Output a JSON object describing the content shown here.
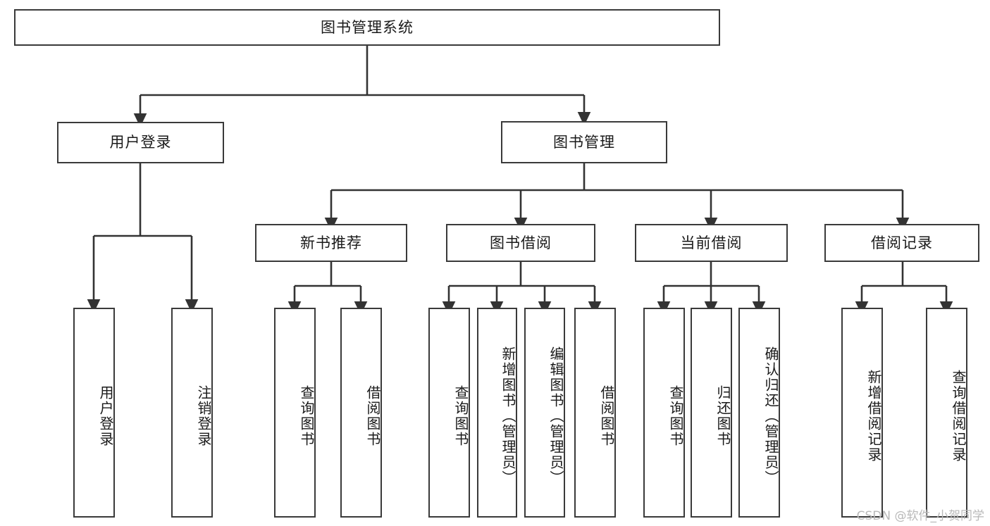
{
  "diagram": {
    "title": "图书管理系统",
    "type": "tree",
    "watermark": "CSDN @软件_小贺同学",
    "colors": {
      "background": "#ffffff",
      "box_border": "#3a3a3a",
      "box_fill": "#ffffff",
      "connector": "#333333",
      "text": "#1a1a1a",
      "watermark": "#b9b9b9"
    },
    "root": {
      "label": "图书管理系统"
    },
    "level1": [
      {
        "label": "用户登录"
      },
      {
        "label": "图书管理"
      }
    ],
    "level2": [
      {
        "label": "新书推荐"
      },
      {
        "label": "图书借阅"
      },
      {
        "label": "当前借阅"
      },
      {
        "label": "借阅记录"
      }
    ],
    "leaves": {
      "user_login": [
        {
          "label": "用户登录"
        },
        {
          "label": "注销登录"
        }
      ],
      "new_book_recommend": [
        {
          "label": "查询图书"
        },
        {
          "label": "借阅图书"
        }
      ],
      "book_borrow": [
        {
          "label": "查询图书"
        },
        {
          "label": "新增图书（管理员）"
        },
        {
          "label": "编辑图书（管理员）"
        },
        {
          "label": "借阅图书"
        }
      ],
      "current_borrow": [
        {
          "label": "查询图书"
        },
        {
          "label": "归还图书"
        },
        {
          "label": "确认归还（管理员）"
        }
      ],
      "borrow_record": [
        {
          "label": "新增借阅记录"
        },
        {
          "label": "查询借阅记录"
        }
      ]
    }
  }
}
